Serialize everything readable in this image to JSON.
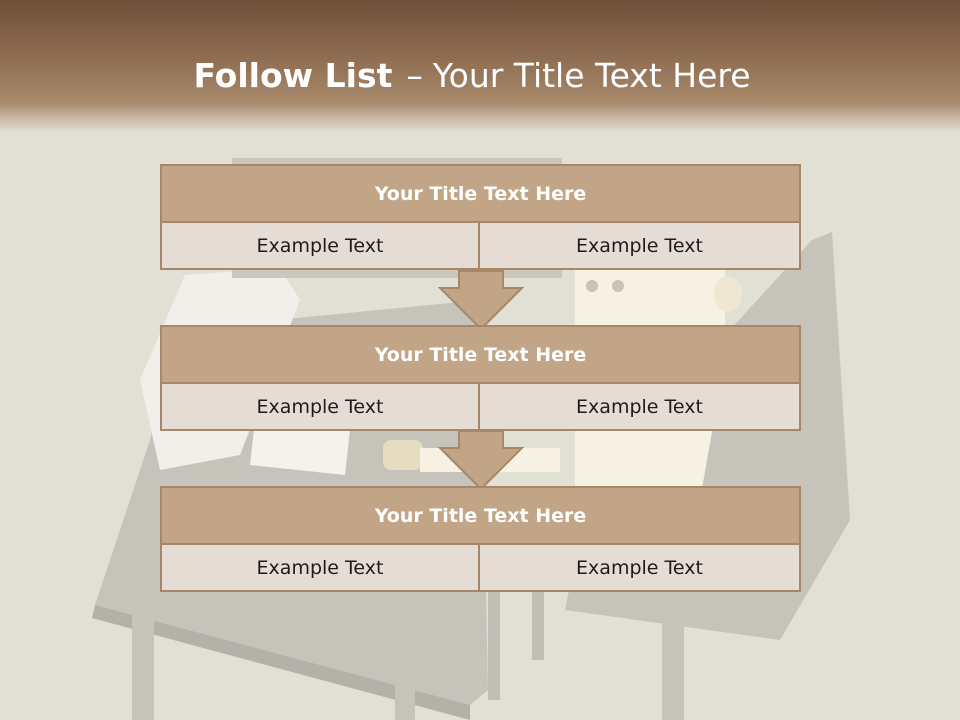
{
  "slide": {
    "title_bold": "Follow List",
    "title_dash": "–",
    "title_rest": "Your Title Text Here"
  },
  "blocks": [
    {
      "title": "Your Title Text Here",
      "left": "Example Text",
      "right": "Example Text"
    },
    {
      "title": "Your Title Text Here",
      "left": "Example Text",
      "right": "Example Text"
    },
    {
      "title": "Your Title Text Here",
      "left": "Example Text",
      "right": "Example Text"
    }
  ],
  "colors": {
    "header_dark": "#6f5039",
    "header_light": "#a88a6c",
    "block_title_bg": "#c2a486",
    "block_border": "#a88767",
    "cell_bg": "#e6dcd6",
    "background": "#e0e0d5"
  }
}
